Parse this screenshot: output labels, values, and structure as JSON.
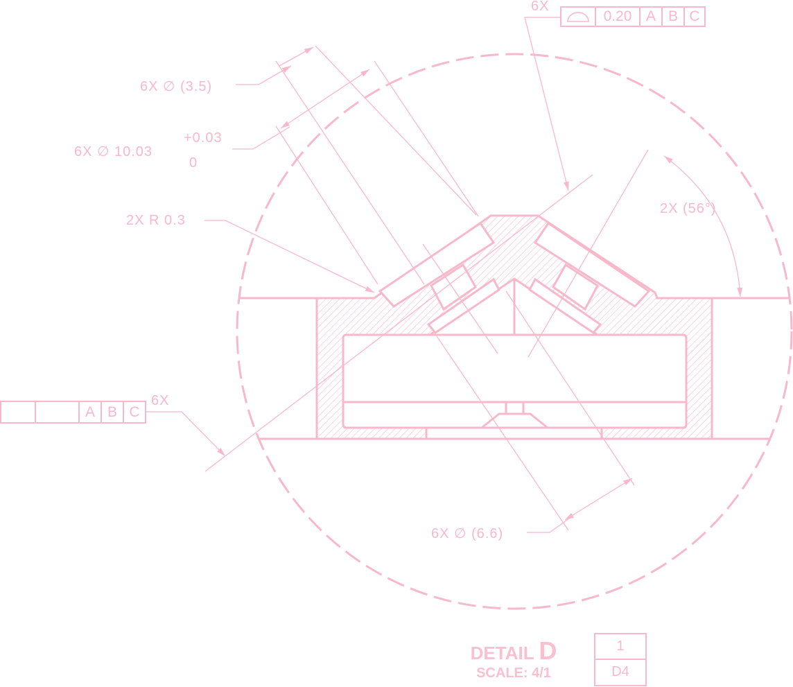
{
  "colors": {
    "line": "#f7b8cc",
    "hatch": "#f7b8cc"
  },
  "annotations": {
    "hole_3_5": "6X  ∅ (3.5)",
    "hole_10_03_label": "6X  ∅ 10.03",
    "hole_10_03_tol_upper": "+0.03",
    "hole_10_03_tol_lower": "0",
    "radius": "2X  R 0.3",
    "angle": "2X  (56°)",
    "hole_6_6": "6X  ∅ (6.6)"
  },
  "fcf_top": {
    "count": "6X",
    "symbol": "profile-of-surface-icon",
    "tolerance": "0.20",
    "datums": [
      "A",
      "B",
      "C"
    ]
  },
  "fcf_left": {
    "count": "6X",
    "datums": [
      "A",
      "B",
      "C"
    ]
  },
  "detail": {
    "title": "DETAIL",
    "letter": "D",
    "scale": "SCALE: 4/1"
  },
  "reference": {
    "sheet": "1",
    "zone": "D4"
  }
}
